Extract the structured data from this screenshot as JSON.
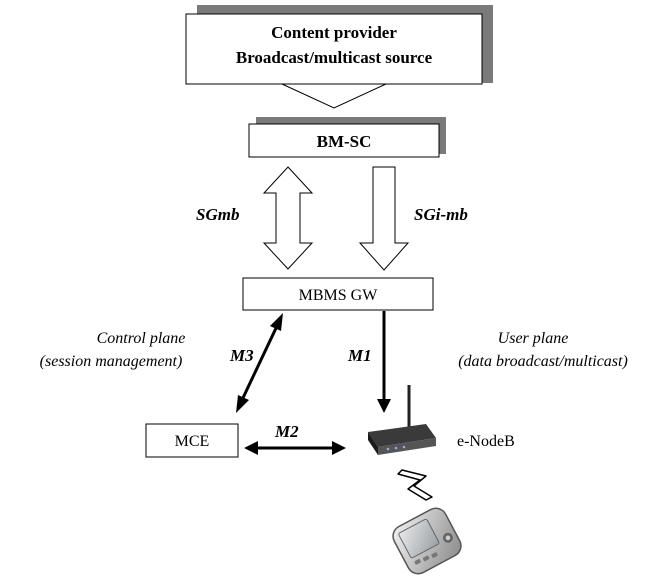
{
  "nodes": {
    "content_provider": {
      "line1": "Content provider",
      "line2": "Broadcast/multicast source"
    },
    "bmsc": {
      "label": "BM-SC"
    },
    "mbms_gw": {
      "label": "MBMS GW"
    },
    "mce": {
      "label": "MCE"
    },
    "enodeb": {
      "label": "e-NodeB"
    }
  },
  "interfaces": {
    "sgmb": "SGmb",
    "sgimb": "SGi-mb",
    "m1": "M1",
    "m2": "M2",
    "m3": "M3"
  },
  "planes": {
    "control": {
      "line1": "Control plane",
      "line2": "(session management)"
    },
    "user": {
      "line1": "User plane",
      "line2": "(data broadcast/multicast)"
    }
  },
  "icons": [
    "router-icon",
    "lightning-icon",
    "pda-phone-icon"
  ]
}
